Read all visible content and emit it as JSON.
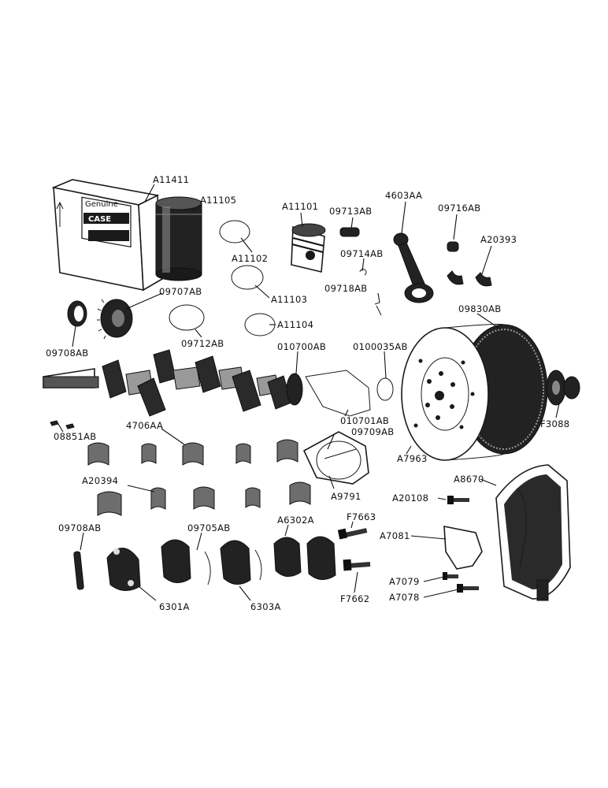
{
  "box": {
    "brand_line1": "Genuine",
    "brand_line2": "CASE"
  },
  "labels": {
    "A11411": "A11411",
    "A11105": "A11105",
    "A11102": "A11102",
    "A11101": "A11101",
    "09713AB": "09713AB",
    "4603AA": "4603AA",
    "09716AB": "09716AB",
    "A20393": "A20393",
    "09714AB": "09714AB",
    "A11103": "A11103",
    "09718AB": "09718AB",
    "09707AB": "09707AB",
    "09830AB": "09830AB",
    "A11104": "A11104",
    "09708AB_top": "09708AB",
    "09712AB": "09712AB",
    "010700AB": "010700AB",
    "0100035AB": "0100035AB",
    "010701AB": "010701AB",
    "09709AB": "09709AB",
    "08851AB": "08851AB",
    "4706AA": "4706AA",
    "F3088": "F3088",
    "A7963": "A7963",
    "A8670": "A8670",
    "A20394": "A20394",
    "A9791": "A9791",
    "A20108": "A20108",
    "F7663": "F7663",
    "09708AB_bottom": "09708AB",
    "09705AB": "09705AB",
    "A6302A": "A6302A",
    "A7081": "A7081",
    "A7079": "A7079",
    "A7078": "A7078",
    "F7662": "F7662",
    "6301A": "6301A",
    "6303A": "6303A"
  }
}
